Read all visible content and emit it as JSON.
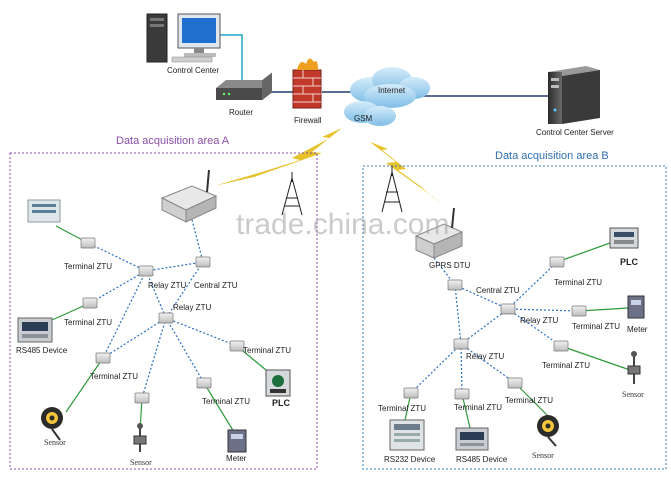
{
  "labels": {
    "control_center": "Control Center",
    "router": "Router",
    "firewall": "Firewall",
    "internet": "Internet",
    "gsm": "GSM",
    "control_center_server": "Control Center Server",
    "area_a_title": "Data acquisition area A",
    "area_b_title": "Data acquisition area B",
    "watermark": "trade.china.com"
  },
  "area_a": {
    "terminal_ztu_1": "Terminal ZTU",
    "relay_ztu_1": "Relay ZTU",
    "central_ztu": "Central ZTU",
    "terminal_ztu_2": "Terminal ZTU",
    "relay_ztu_2": "Relay ZTU",
    "rs485_device": "RS485 Device",
    "terminal_ztu_3": "Terminal ZTU",
    "terminal_ztu_4": "Terminal ZTU",
    "terminal_ztu_5": "Terminal ZTU",
    "plc": "PLC",
    "sensor_1": "Sensor",
    "sensor_2": "Sensor",
    "meter": "Meter"
  },
  "area_b": {
    "gprs_dtu": "GPRS DTU",
    "plc": "PLC",
    "terminal_ztu_1": "Terminal ZTU",
    "central_ztu": "Central ZTU",
    "relay_ztu_1": "Relay ZTU",
    "terminal_ztu_2": "Terminal ZTU",
    "meter": "Meter",
    "relay_ztu_2": "Relay ZTU",
    "terminal_ztu_3": "Terminal ZTU",
    "sensor_right": "Sensor",
    "terminal_ztu_4": "Terminal ZTU",
    "terminal_ztu_5": "Terminal ZTU",
    "terminal_ztu_6": "Terminal ZTU",
    "rs232_device": "RS232 Device",
    "rs485_device": "RS485 Device",
    "sensor_bottom": "Sensor"
  },
  "colors": {
    "area_a_border": "#8a4fa8",
    "area_a_title": "#8a4fa8",
    "area_b_border": "#3a7ab8",
    "area_b_title": "#2f6fb0",
    "dotted_link": "#2a6fc4",
    "wired_link": "#2f9a3a",
    "backbone_line": "#233b6e",
    "lightning": "#e7c12a",
    "cloud": "#8fc7ec",
    "firewall": "#c0392b"
  }
}
